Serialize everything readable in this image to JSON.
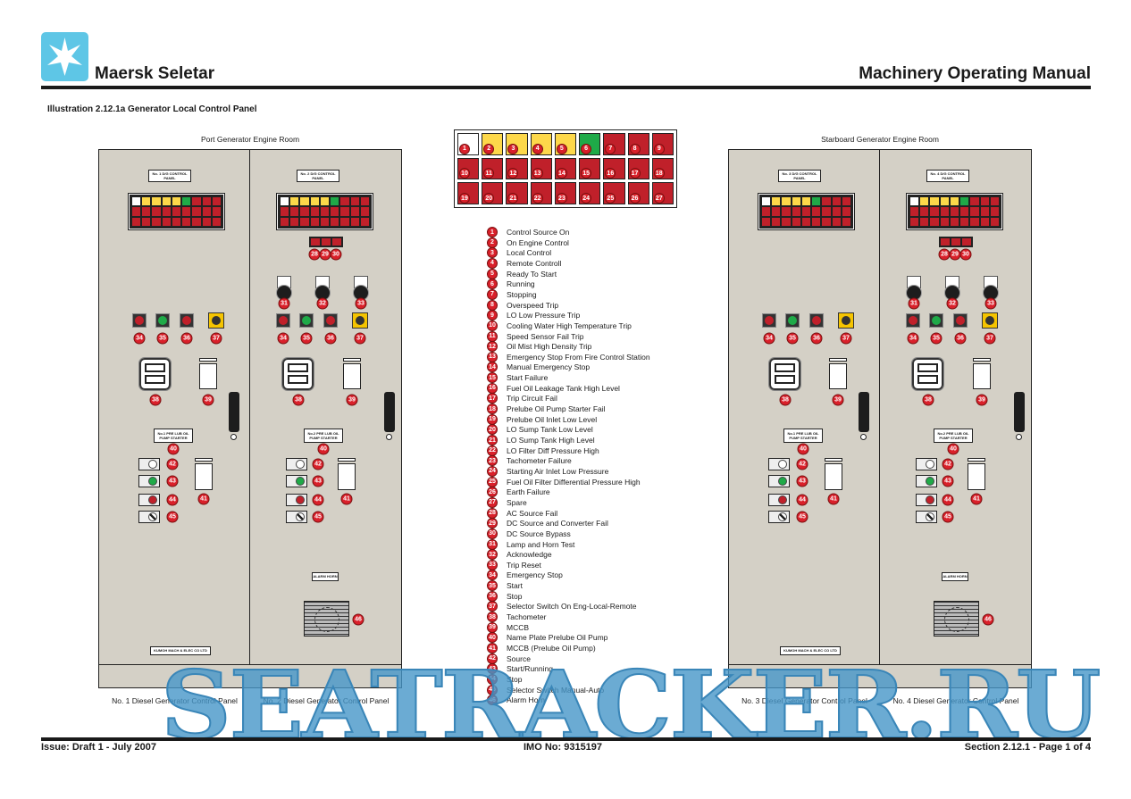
{
  "header": {
    "title": "Maersk Seletar",
    "manual": "Machinery Operating Manual"
  },
  "illustration_title": "Illustration 2.12.1a Generator Local Control Panel",
  "port_title": "Port Generator Engine Room",
  "stbd_title": "Starboard Generator Engine Room",
  "panels": [
    {
      "nameplate": "No. 1 D/G CONTROL PANEL",
      "prelube": "No.1 PRE LUB OIL PUMP STARTER",
      "maker": "KUMOH MACH & ELEC CO LTD",
      "caption": "No. 1 Diesel Generator Control Panel"
    },
    {
      "nameplate": "No. 2 D/G CONTROL PANEL",
      "prelube": "No.2 PRE LUB OIL PUMP STARTER",
      "horn": "ALARM HORN",
      "caption": "No. 2 Diesel Generator Control Panel"
    },
    {
      "nameplate": "No. 3 D/G CONTROL PANEL",
      "prelube": "No.1 PRE LUB OIL PUMP STARTER",
      "maker": "KUMOH MACH & ELEC CO LTD",
      "caption": "No. 3 Diesel Generator Control Panel"
    },
    {
      "nameplate": "No. 4 D/G CONTROL PANEL",
      "prelube": "No.2 PRE LUB OIL PUMP STARTER",
      "horn": "ALARM HORN",
      "caption": "No. 4 Diesel Generator Control Panel"
    }
  ],
  "indicator_colors": [
    "#ffffff",
    "#fdd84a",
    "#fdd84a",
    "#fdd84a",
    "#fdd84a",
    "#1faa48",
    "#c0202a",
    "#c0202a",
    "#c0202a"
  ],
  "legend": [
    "Control Source On",
    "On Engine Control",
    "Local Control",
    "Remote Controll",
    "Ready To Start",
    "Running",
    "Stopping",
    "Overspeed Trip",
    "LO Low Pressure Trip",
    "Cooling Water High Temperature Trip",
    "Speed Sensor Fail Trip",
    "Oil Mist High Density Trip",
    "Emergency Stop From Fire Control Station",
    "Manual Emergency Stop",
    "Start Failure",
    "Fuel Oil Leakage Tank High Level",
    "Trip Circuit Fail",
    "Prelube Oil Pump Starter Fail",
    "Prelube Oil Inlet Low Level",
    "LO Sump Tank Low Level",
    "LO Sump Tank High Level",
    "LO Filter Diff Pressure High",
    "Tachometer Failure",
    "Starting Air Inlet Low Pressure",
    "Fuel Oil Filter Differential Pressure High",
    "Earth Failure",
    "Spare",
    "AC Source Fail",
    "DC Source and Converter Fail",
    "DC Source Bypass",
    "Lamp and Horn Test",
    "Acknowledge",
    "Trip Reset",
    "Emergency Stop",
    "Start",
    "Stop",
    "Selector Switch On Eng-Local-Remote",
    "Tachometer",
    "MCCB",
    "Name Plate Prelube Oil Pump",
    "MCCB (Prelube Oil Pump)",
    "Source",
    "Start/Running",
    "Stop",
    "Selector Switch Manual-Auto",
    "Alarm Horn"
  ],
  "watermark": "SEATRACKER.RU",
  "footer": {
    "issue": "Issue: Draft 1  -  July 2007",
    "imo": "IMO No: 9315197",
    "section": "Section 2.12.1 - Page 1 of 4"
  }
}
